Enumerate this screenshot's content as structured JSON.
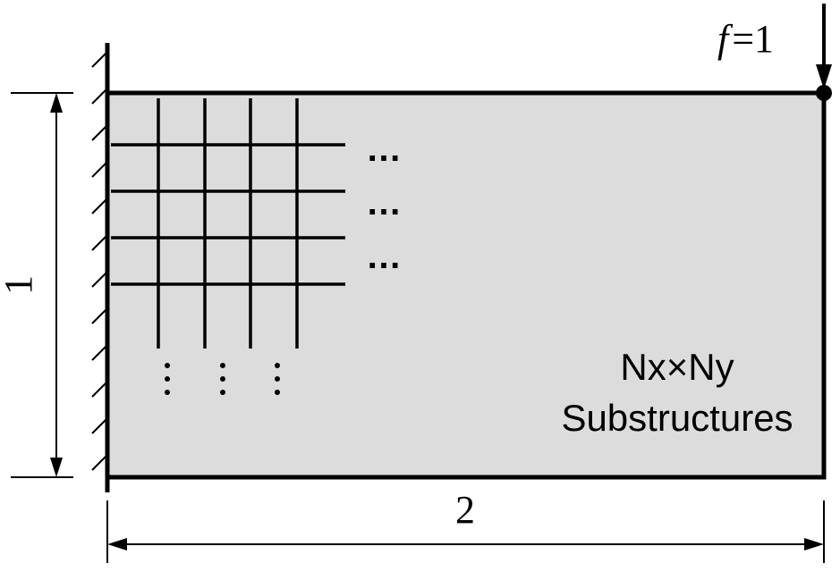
{
  "diagram": {
    "force_label": {
      "symbol": "f",
      "equals": "=1"
    },
    "height_dimension": "1",
    "width_dimension": "2",
    "substructures_label": {
      "line1": "Nx×Ny",
      "line2": "Substructures"
    },
    "ellipsis_horizontal": "…",
    "colors": {
      "plate_fill": "#dcdcdc",
      "stroke": "#000000"
    }
  }
}
